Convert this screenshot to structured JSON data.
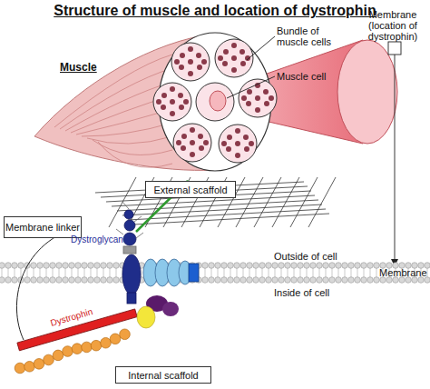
{
  "diagram": {
    "title": "Structure of muscle and location of dystrophin",
    "nodes": [
      {
        "text": [
          "External scaffold"
        ]
      },
      {
        "text": [
          "Membrane linker"
        ]
      },
      {
        "text": [
          "Internal scaffold"
        ]
      }
    ],
    "labels": [
      "Muscle",
      "Bundle of muscle cells",
      "Muscle cell",
      "Membrane (location of dystrophin)",
      "Dystroglycan",
      "Outside of cell",
      "Membrane",
      "Inside of cell",
      "Dystrophin"
    ]
  }
}
